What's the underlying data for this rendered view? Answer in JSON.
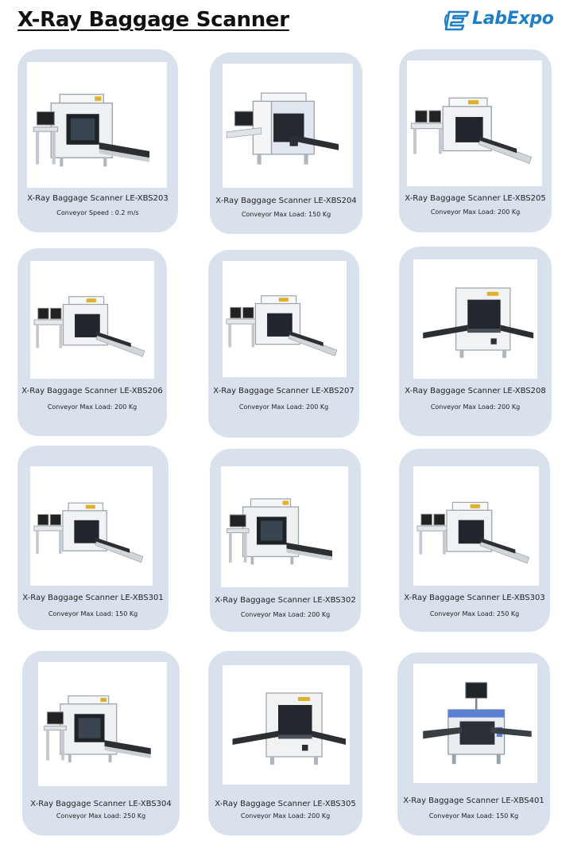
{
  "page": {
    "title": "X-Ray Baggage Scanner",
    "brand": "LabExpo",
    "brand_color": "#1f7fc4",
    "card_color": "#d9e2ec"
  },
  "products": [
    {
      "name": "X-Ray Baggage Scanner LE-XBS203",
      "spec": "Conveyor Speed : 0.2 m/s"
    },
    {
      "name": "X-Ray Baggage Scanner LE-XBS204",
      "spec": "Conveyor Max Load: 150 Kg"
    },
    {
      "name": "X-Ray Baggage Scanner LE-XBS205",
      "spec": "Conveyor Max Load: 200 Kg"
    },
    {
      "name": "X-Ray Baggage Scanner LE-XBS206",
      "spec": "Conveyor Max Load: 200 Kg"
    },
    {
      "name": "X-Ray Baggage Scanner LE-XBS207",
      "spec": "Conveyor Max Load: 200 Kg"
    },
    {
      "name": "X-Ray Baggage Scanner LE-XBS208",
      "spec": "Conveyor Max Load: 200 Kg"
    },
    {
      "name": "X-Ray Baggage Scanner LE-XBS301",
      "spec": "Conveyor Max Load: 150 Kg"
    },
    {
      "name": "X-Ray Baggage Scanner LE-XBS302",
      "spec": "Conveyor Max Load: 200 Kg"
    },
    {
      "name": "X-Ray Baggage Scanner LE-XBS303",
      "spec": "Conveyor Max Load: 250 Kg"
    },
    {
      "name": "X-Ray Baggage Scanner LE-XBS304",
      "spec": "Conveyor Max Load: 250 Kg"
    },
    {
      "name": "X-Ray Baggage Scanner LE-XBS305",
      "spec": "Conveyor Max Load: 200 Kg"
    },
    {
      "name": "X-Ray Baggage Scanner LE-XBS401",
      "spec": "Conveyor Max Load: 150 Kg"
    }
  ]
}
